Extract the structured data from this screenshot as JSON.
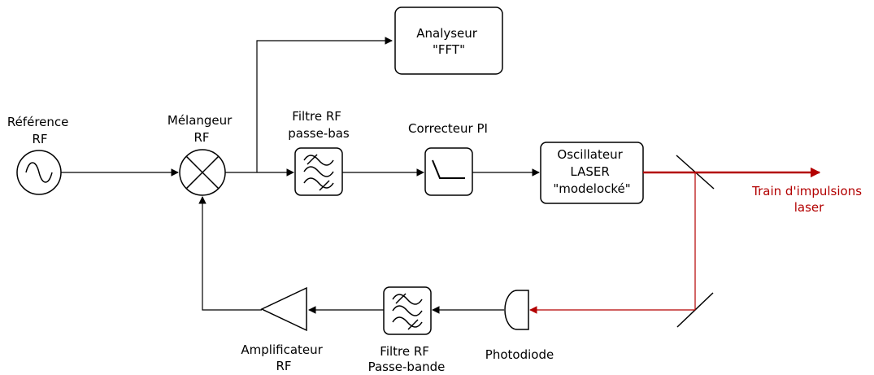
{
  "labels": {
    "reference": [
      "Référence",
      "RF"
    ],
    "mixer": [
      "Mélangeur",
      "RF"
    ],
    "lowpass": [
      "Filtre RF",
      "passe-bas"
    ],
    "corrector": [
      "Correcteur PI"
    ],
    "analyzer": [
      "Analyseur",
      "\"FFT\""
    ],
    "oscillator": [
      "Oscillateur",
      "LASER",
      "\"modelocké\""
    ],
    "output": [
      "Train d'impulsions",
      "laser"
    ],
    "photodiode": [
      "Photodiode"
    ],
    "bandpass": [
      "Filtre RF",
      "Passe-bande"
    ],
    "amplifier": [
      "Amplificateur",
      "RF"
    ]
  },
  "colors": {
    "line": "#000000",
    "laser": "#b30000"
  }
}
